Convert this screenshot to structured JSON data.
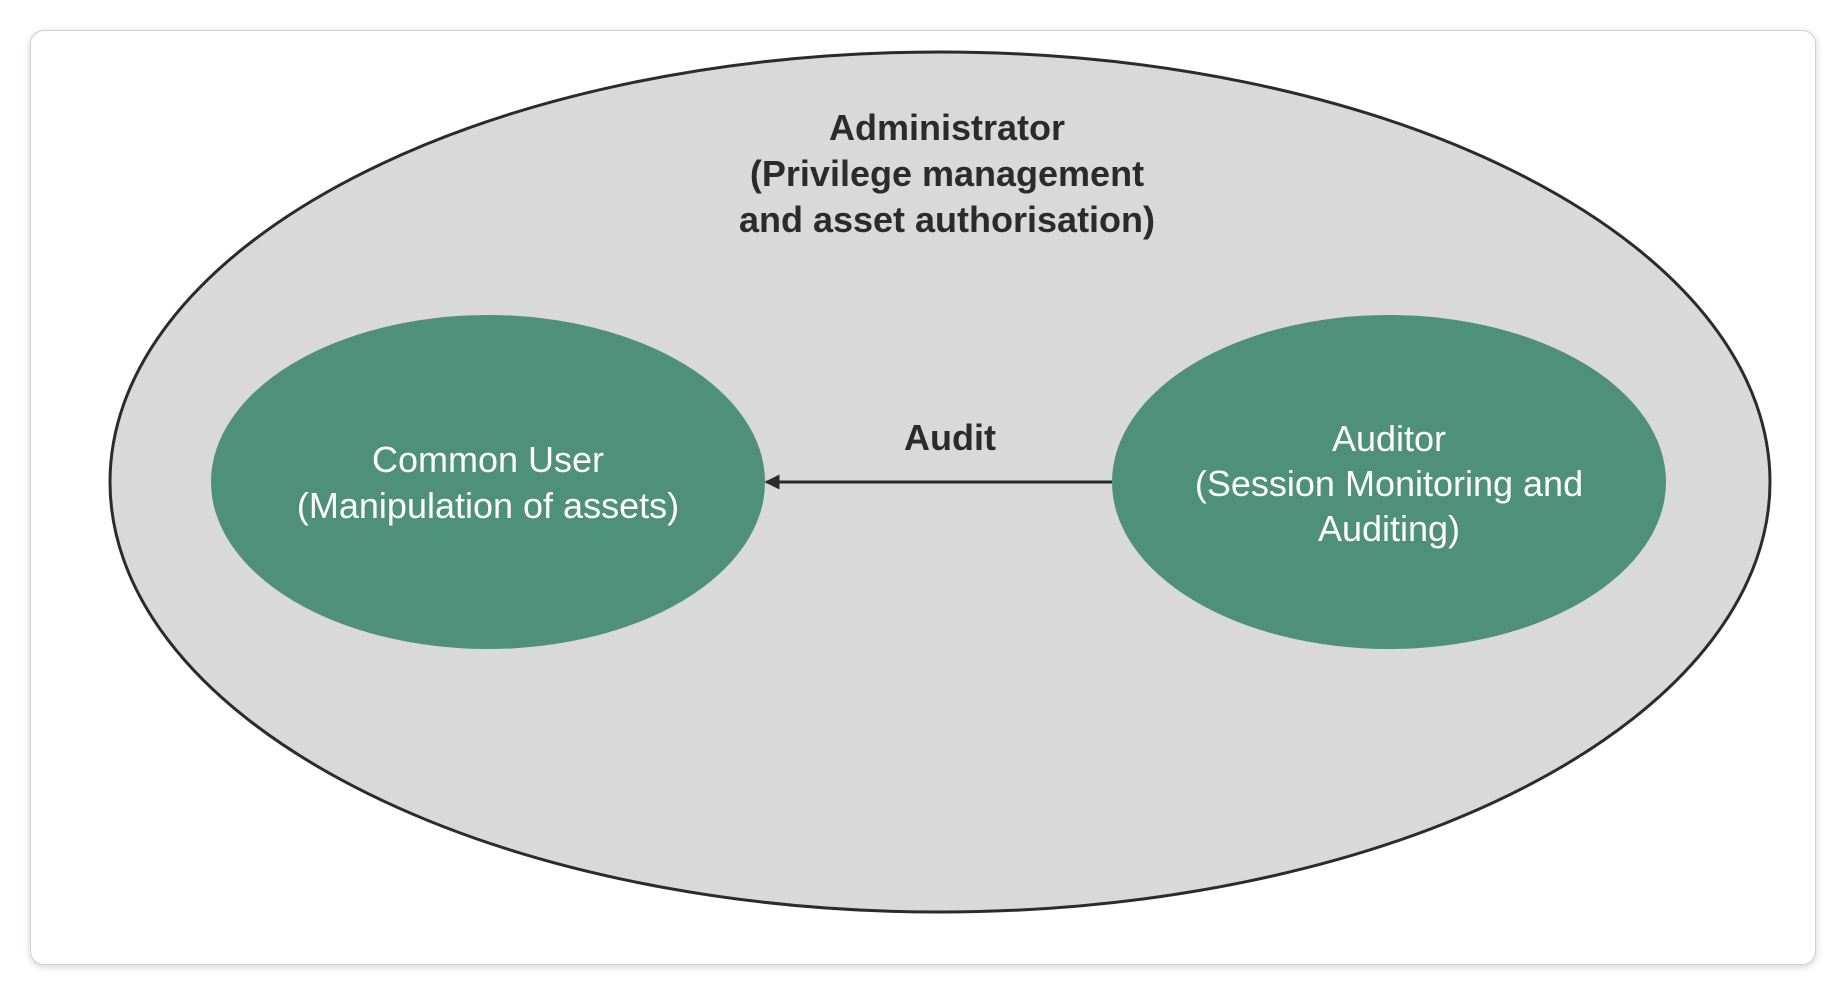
{
  "diagram": {
    "outer": {
      "lines": [
        "Administrator",
        "(Privilege management",
        "and asset authorisation)"
      ]
    },
    "left_node": {
      "lines": [
        "Common User",
        "(Manipulation of assets)"
      ]
    },
    "right_node": {
      "lines": [
        "Auditor",
        "(Session Monitoring and",
        "Auditing)"
      ]
    },
    "edge": {
      "label": "Audit",
      "from": "Auditor",
      "to": "Common User"
    }
  },
  "colors": {
    "outer_fill": "#d9d9d9",
    "outer_stroke": "#2b2b2b",
    "node_fill": "#4f907a",
    "text_dark": "#2b2b2b",
    "text_light": "#ffffff"
  }
}
